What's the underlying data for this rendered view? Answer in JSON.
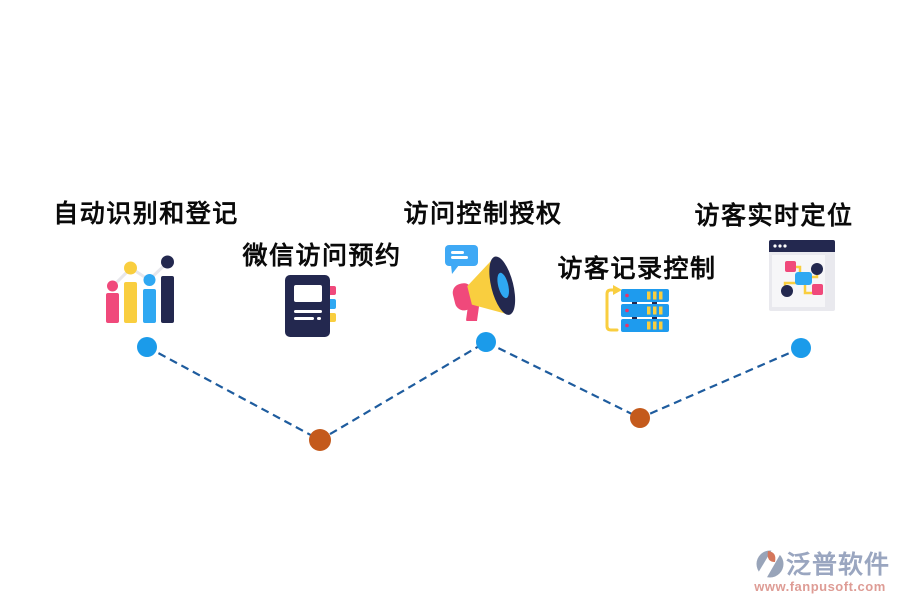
{
  "diagram": {
    "items": [
      {
        "label": "自动识别和登记",
        "icon": "bar-chart-icon",
        "dot_color": "#1B9BEA"
      },
      {
        "label": "微信访问预约",
        "icon": "notebook-icon",
        "dot_color": "#C45A1C"
      },
      {
        "label": "访问控制授权",
        "icon": "megaphone-icon",
        "dot_color": "#1B9BEA"
      },
      {
        "label": "访客记录控制",
        "icon": "server-stack-icon",
        "dot_color": "#C45A1C"
      },
      {
        "label": "访客实时定位",
        "icon": "browser-flowchart-icon",
        "dot_color": "#1B9BEA"
      }
    ],
    "connector_color": "#1E5C9E",
    "connector_style": "dashed",
    "palette": {
      "pink": "#F0497B",
      "yellow": "#F9CE3F",
      "blue": "#2FA8F2",
      "navy": "#23284F",
      "bright_blue": "#1E9BEE",
      "red_dot": "#E8336A"
    }
  },
  "watermark": {
    "brand": "泛普软件",
    "url": "www.fanpusoft.com",
    "brand_color": "#9AA6C0",
    "url_color": "#DE9C95"
  }
}
